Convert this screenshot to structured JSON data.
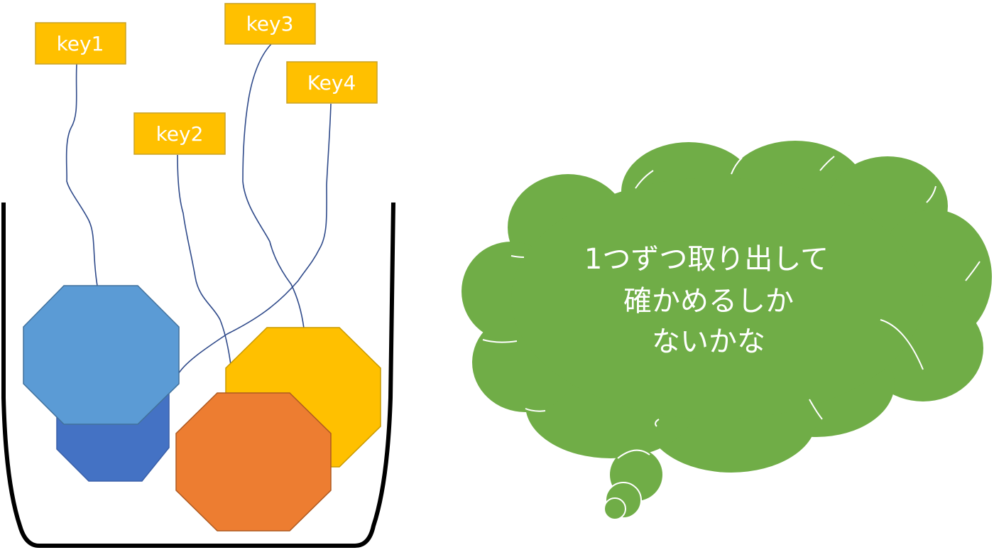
{
  "labels": {
    "key1": "key1",
    "key2": "key2",
    "key3": "key3",
    "key4": "Key4"
  },
  "thought": {
    "line1": "1つずつ取り出して",
    "line2": "確かめるしか",
    "line3": "ないかな"
  },
  "colors": {
    "label_fill": "#FFC000",
    "label_border": "#C9A227",
    "string": "#2F4A8A",
    "blue_light": "#5B9BD5",
    "blue_dark": "#4472C4",
    "yellow": "#FFC000",
    "orange": "#ED7D31",
    "bubble": "#70AD47",
    "container": "#000000"
  }
}
